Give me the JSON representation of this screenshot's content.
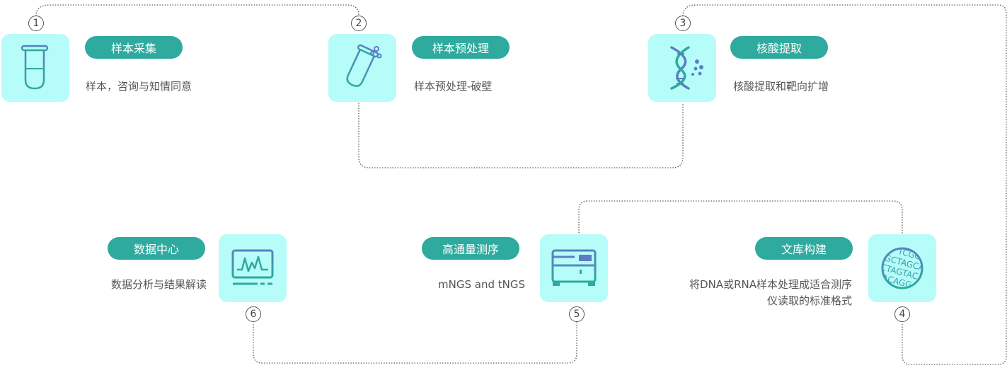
{
  "steps": [
    {
      "number": "1",
      "title": "样本采集",
      "desc": "样本，咨询与知情同意",
      "icon": "test-tube-icon"
    },
    {
      "number": "2",
      "title": "样本预处理",
      "desc": "样本预处理-破壁",
      "icon": "tube-bubbles-icon"
    },
    {
      "number": "3",
      "title": "核酸提取",
      "desc": "核酸提取和靶向扩增",
      "icon": "dna-icon"
    },
    {
      "number": "4",
      "title": "文库构建",
      "desc_line1": "将DNA或RNA样本处理成适合测序",
      "desc_line2": "仪读取的标准格式",
      "icon": "sequence-circle-icon",
      "seq": [
        "TCGC",
        "GCTAGCA",
        "CTAGTAC",
        "ACAGG"
      ]
    },
    {
      "number": "5",
      "title": "高通量测序",
      "desc": "mNGS and tNGS",
      "icon": "sequencer-icon"
    },
    {
      "number": "6",
      "title": "数据中心",
      "desc": "数据分析与结果解读",
      "icon": "monitor-icon"
    }
  ],
  "colors": {
    "box": "#b6fcf8",
    "pill": "#2eaa9e",
    "icon_top": "#5b7fc4",
    "icon_bottom": "#2eaa9e"
  }
}
